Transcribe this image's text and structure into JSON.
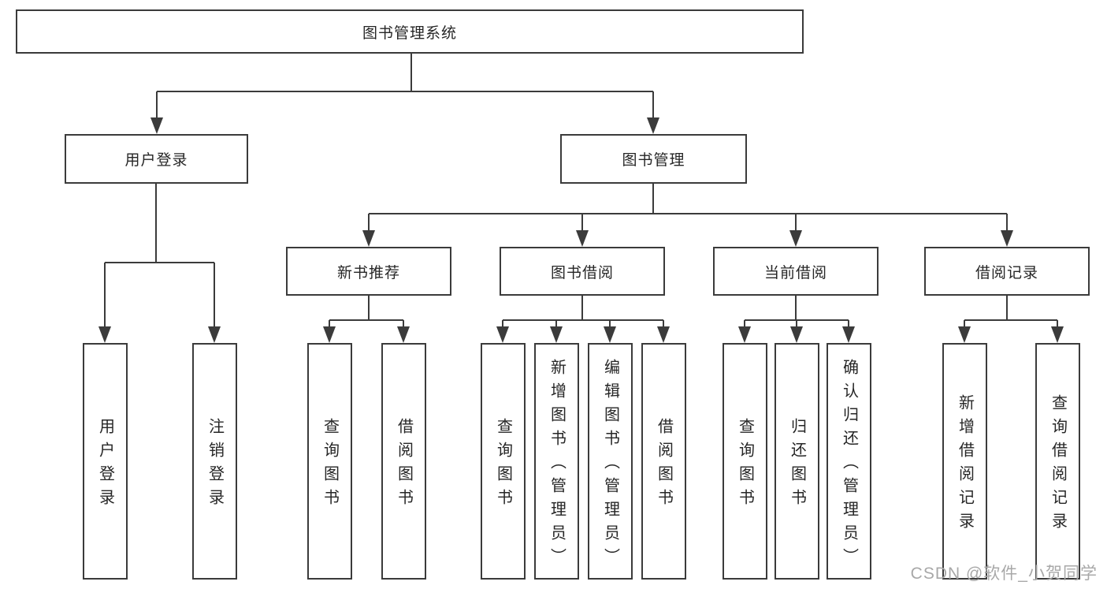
{
  "tree": {
    "label": "图书管理系统",
    "children": [
      {
        "label": "用户登录",
        "children": [
          {
            "label": "用户登录"
          },
          {
            "label": "注销登录"
          }
        ]
      },
      {
        "label": "图书管理",
        "children": [
          {
            "label": "新书推荐",
            "children": [
              {
                "label": "查询图书"
              },
              {
                "label": "借阅图书"
              }
            ]
          },
          {
            "label": "图书借阅",
            "children": [
              {
                "label": "查询图书"
              },
              {
                "label": "新增图书（管理员）"
              },
              {
                "label": "编辑图书（管理员）"
              },
              {
                "label": "借阅图书"
              }
            ]
          },
          {
            "label": "当前借阅",
            "children": [
              {
                "label": "查询图书"
              },
              {
                "label": "归还图书"
              },
              {
                "label": "确认归还（管理员）"
              }
            ]
          },
          {
            "label": "借阅记录",
            "children": [
              {
                "label": "新增借阅记录"
              },
              {
                "label": "查询借阅记录"
              }
            ]
          }
        ]
      }
    ]
  },
  "watermark": {
    "text": "CSDN @软件_小贺同学"
  },
  "colors": {
    "line": "#3b3b3b",
    "text": "#262626",
    "watermark": "#a8a8a8",
    "background": "#ffffff"
  }
}
